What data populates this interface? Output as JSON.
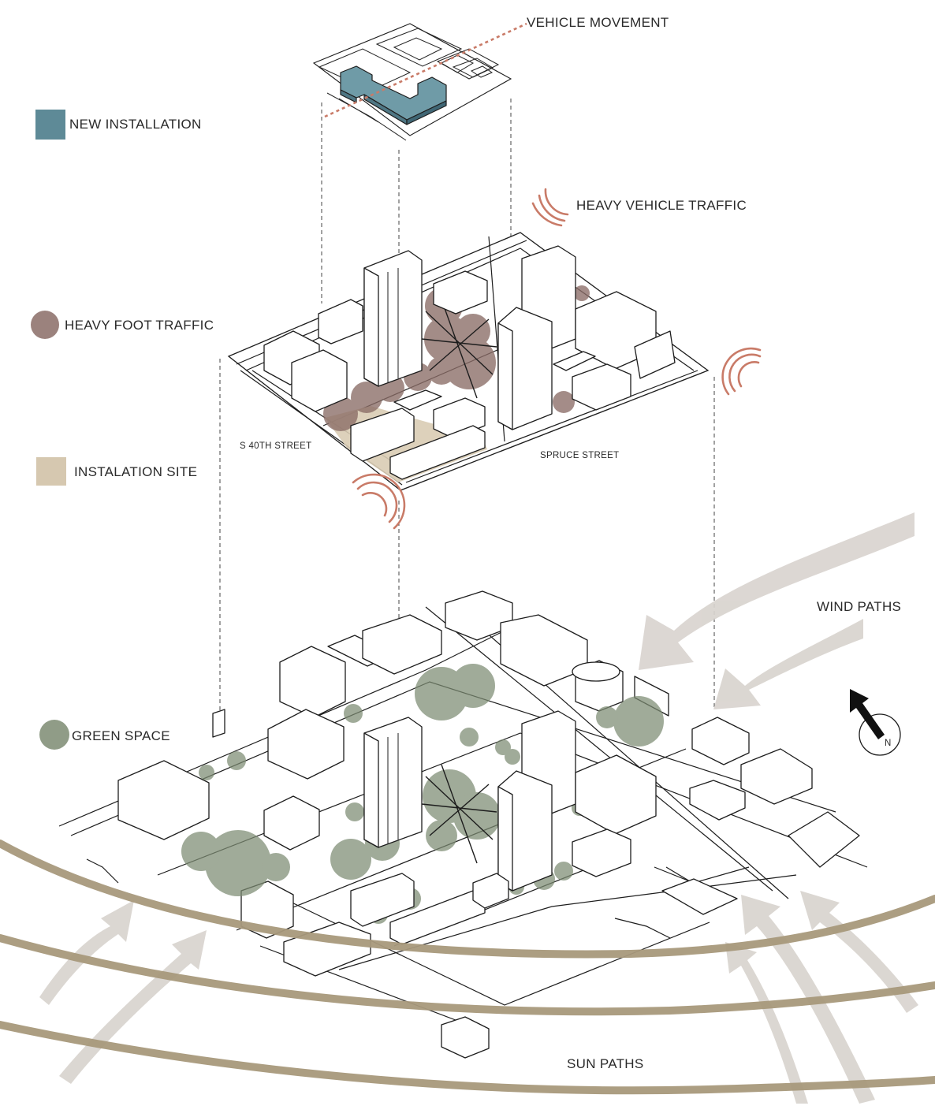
{
  "colors": {
    "new_installation": "#5e8a97",
    "foot_traffic": "#8a6c66",
    "installation_site": "#d6c8b0",
    "green_space": "#7c8b72",
    "vehicle": "#c97b68",
    "sun_path": "#a8997c",
    "wind_path": "#d9d4cf"
  },
  "legend": {
    "new_installation": "NEW INSTALLATION",
    "foot_traffic": "HEAVY FOOT TRAFFIC",
    "installation_site": "INSTALATION SITE",
    "green_space": "GREEN SPACE"
  },
  "annotations": {
    "vehicle_movement": "VEHICLE MOVEMENT",
    "heavy_vehicle_traffic": "HEAVY VEHICLE TRAFFIC",
    "street_west": "S 40TH STREET",
    "street_south": "SPRUCE STREET",
    "wind_paths": "WIND PATHS",
    "sun_paths": "SUN PATHS"
  },
  "compass": {
    "letter": "N",
    "icon": "north-arrow-icon"
  }
}
